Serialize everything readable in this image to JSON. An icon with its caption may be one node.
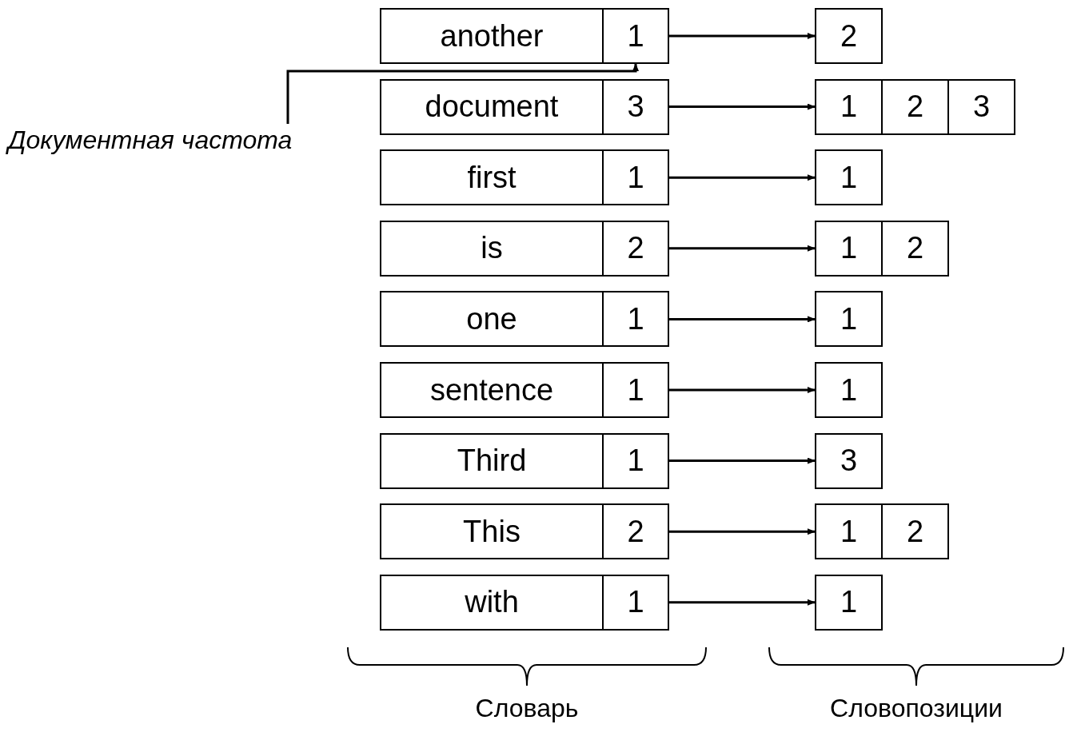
{
  "diagram": {
    "nodes": [
      {
        "text": [
          "another"
        ]
      },
      {
        "text": [
          "1"
        ]
      },
      {
        "text": [
          "2"
        ]
      },
      {
        "text": [
          "document"
        ]
      },
      {
        "text": [
          "3"
        ]
      },
      {
        "text": [
          "1"
        ]
      },
      {
        "text": [
          "2"
        ]
      },
      {
        "text": [
          "3"
        ]
      },
      {
        "text": [
          "first"
        ]
      },
      {
        "text": [
          "1"
        ]
      },
      {
        "text": [
          "1"
        ]
      },
      {
        "text": [
          "is"
        ]
      },
      {
        "text": [
          "2"
        ]
      },
      {
        "text": [
          "1"
        ]
      },
      {
        "text": [
          "2"
        ]
      },
      {
        "text": [
          "one"
        ]
      },
      {
        "text": [
          "1"
        ]
      },
      {
        "text": [
          "1"
        ]
      },
      {
        "text": [
          "sentence"
        ]
      },
      {
        "text": [
          "1"
        ]
      },
      {
        "text": [
          "1"
        ]
      },
      {
        "text": [
          "Third"
        ]
      },
      {
        "text": [
          "1"
        ]
      },
      {
        "text": [
          "3"
        ]
      },
      {
        "text": [
          "This"
        ]
      },
      {
        "text": [
          "2"
        ]
      },
      {
        "text": [
          "1"
        ]
      },
      {
        "text": [
          "2"
        ]
      },
      {
        "text": [
          "with"
        ]
      },
      {
        "text": [
          "1"
        ]
      },
      {
        "text": [
          "1"
        ]
      },
      {
        "text": [
          "Документная частота"
        ]
      }
    ],
    "edges": [
      {
        "from": 1,
        "to": 2,
        "arrow": "to"
      },
      {
        "from": 4,
        "to": 5,
        "arrow": "to"
      },
      {
        "from": 9,
        "to": 10,
        "arrow": "to"
      },
      {
        "from": 12,
        "to": 13,
        "arrow": "to"
      },
      {
        "from": 16,
        "to": 17,
        "arrow": "to"
      },
      {
        "from": 19,
        "to": 20,
        "arrow": "to"
      },
      {
        "from": 22,
        "to": 23,
        "arrow": "to"
      },
      {
        "from": 25,
        "to": 26,
        "arrow": "to"
      },
      {
        "from": 29,
        "to": 30,
        "arrow": "to"
      },
      {
        "from": 31,
        "to": 1,
        "arrow": "to"
      }
    ],
    "labels": [
      "Словарь",
      "Словопозиции"
    ]
  }
}
